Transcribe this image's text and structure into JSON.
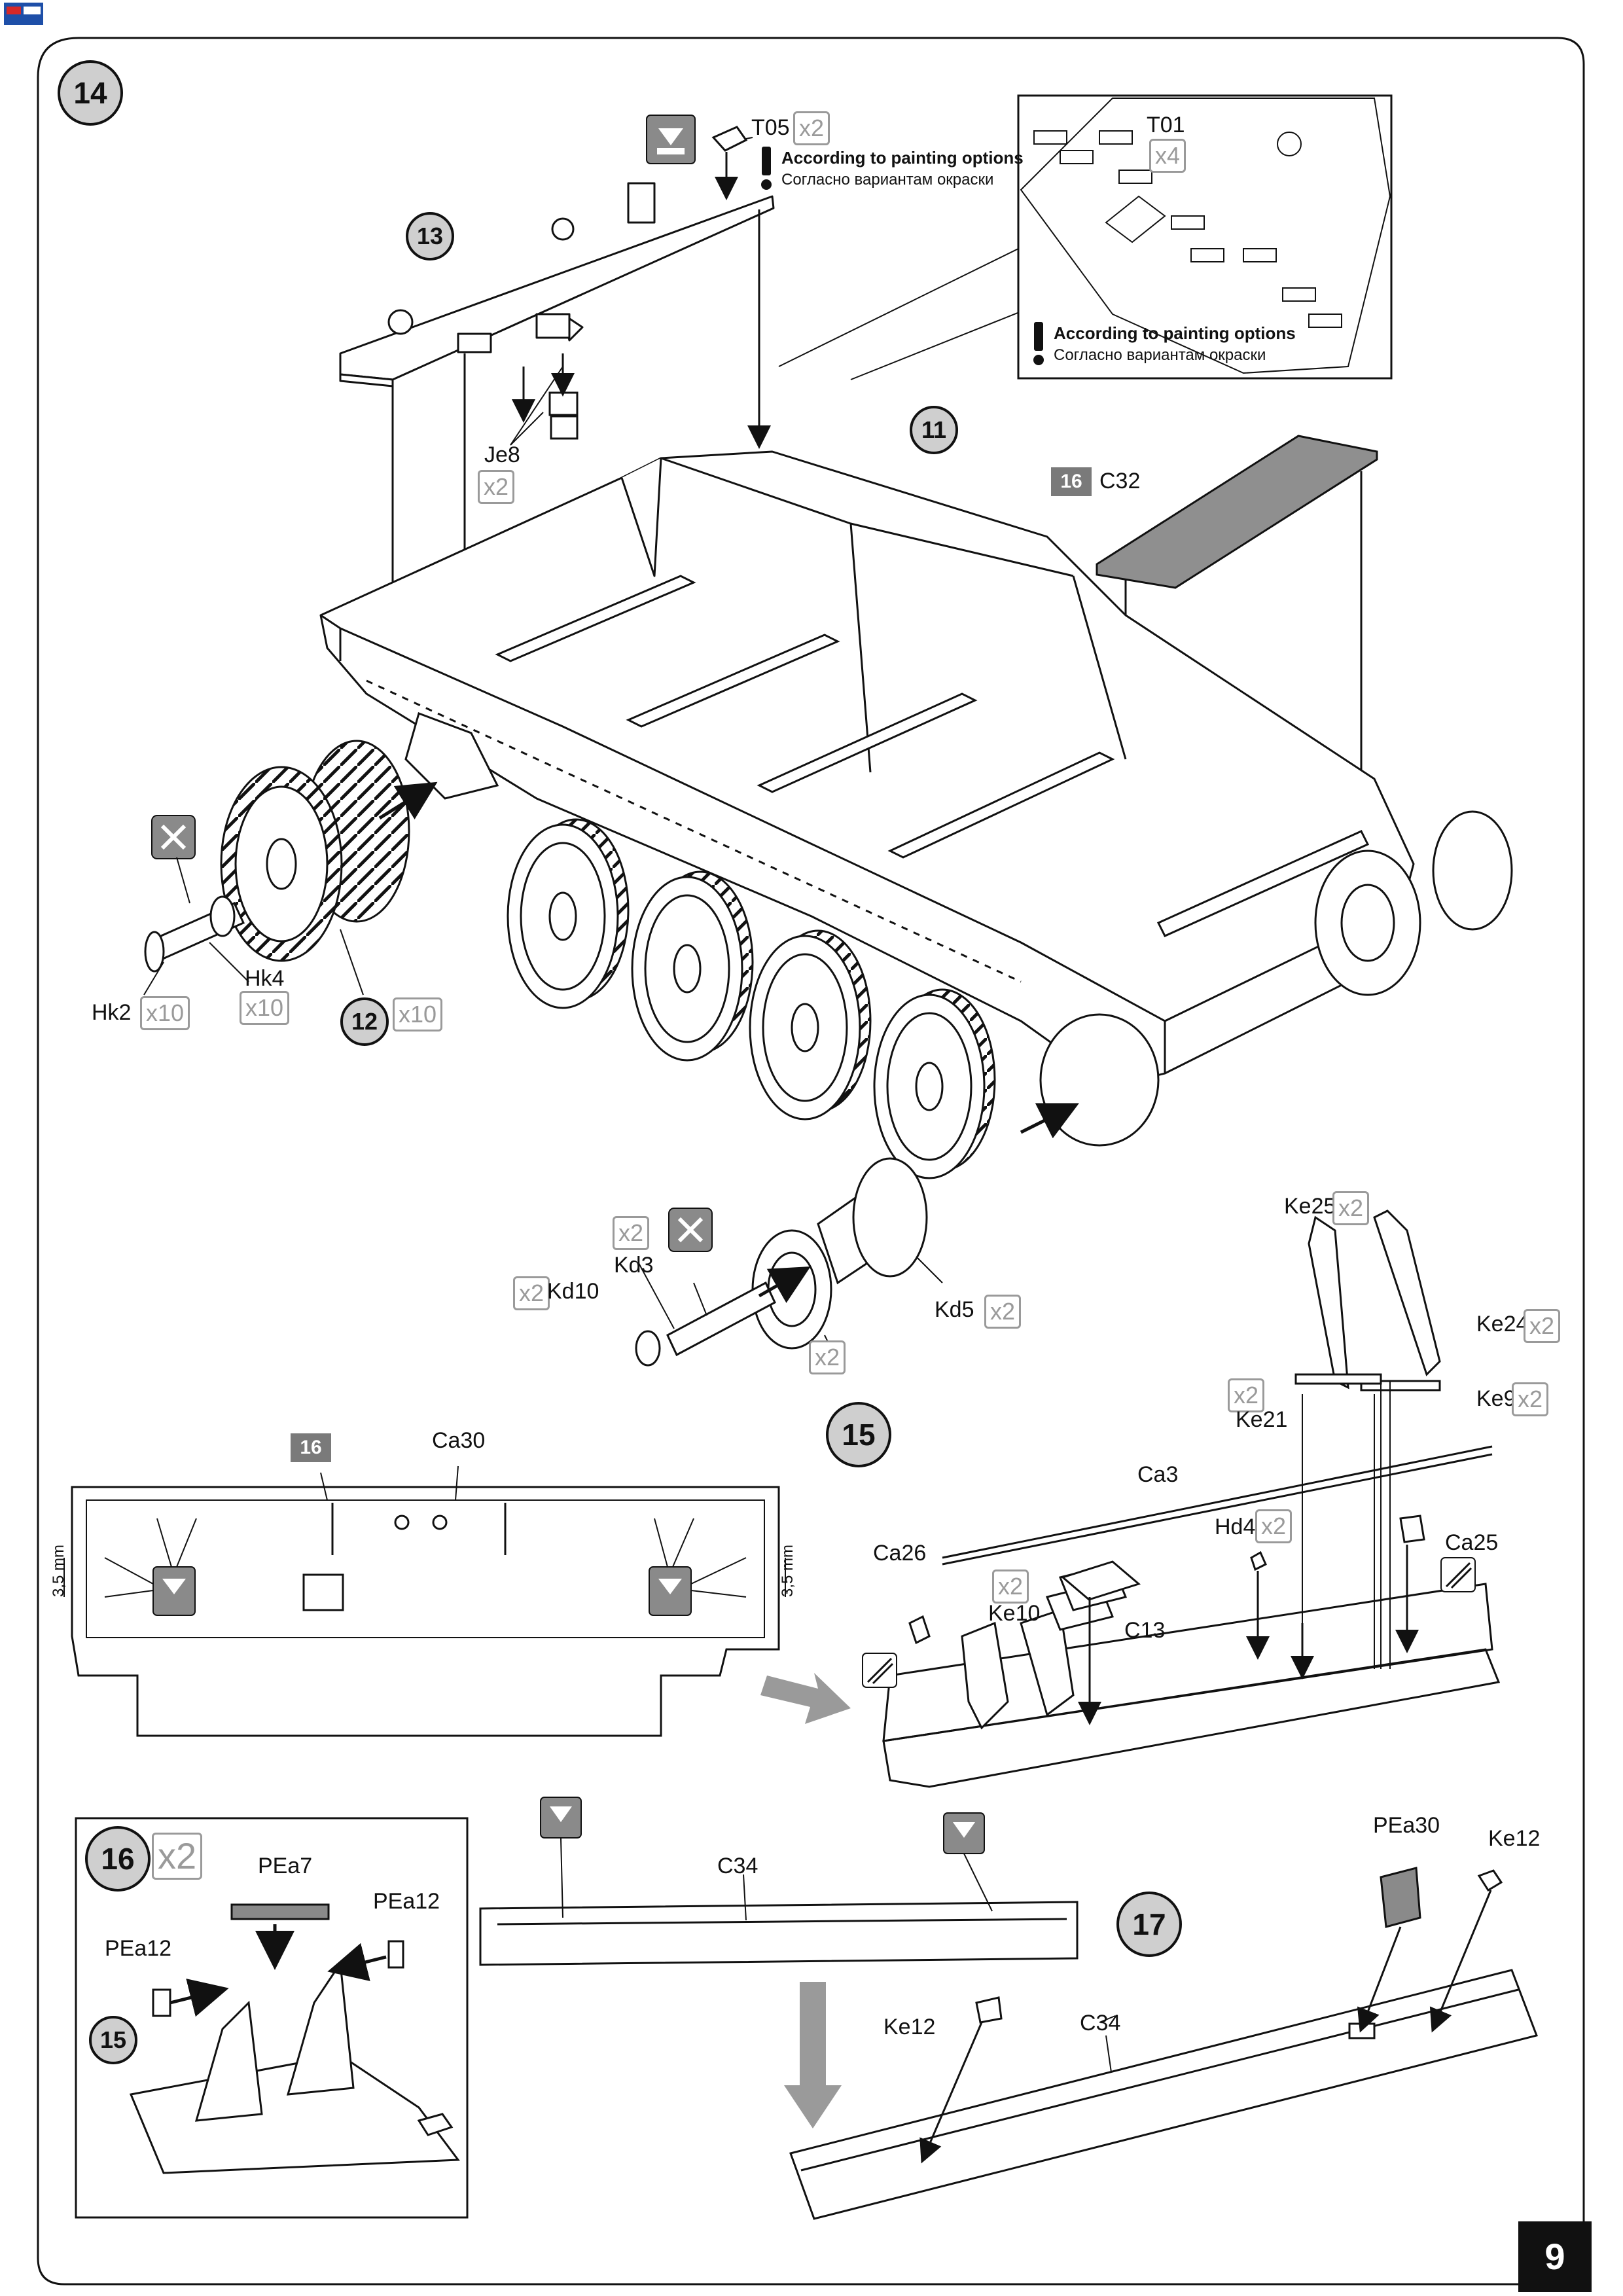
{
  "page_number": "9",
  "step14": {
    "number": "14",
    "sub_steps": {
      "s13": "13",
      "s11": "11",
      "s12": "12"
    },
    "note_top": {
      "en": "According to painting options",
      "ru": "Согласно вариантам окраски"
    },
    "note_inset": {
      "en": "According to painting options",
      "ru": "Согласно вариантам окраски"
    },
    "parts": {
      "t05": "T05",
      "t05_qty": "x2",
      "t01": "T01",
      "t01_qty": "x4",
      "je8": "Je8",
      "je8_qty": "x2",
      "c32": "C32",
      "c32_tag": "16",
      "hk2": "Hk2",
      "hk2_qty": "x10",
      "hk4": "Hk4",
      "hk4_qty": "x10",
      "s12_qty": "x10",
      "kd10": "Kd10",
      "kd10_qty": "x2",
      "kd3": "Kd3",
      "kd3_qty": "x2",
      "kd5": "Kd5",
      "kd5_qty": "x2",
      "sprocket_qty": "x2"
    }
  },
  "step15": {
    "number": "15",
    "plate_tag": "16",
    "ca30": "Ca30",
    "mm_left": "3,5 mm",
    "mm_right": "3,5 mm",
    "parts": {
      "ke25": "Ke25",
      "ke25_qty": "x2",
      "ke24": "Ke24",
      "ke24_qty": "x2",
      "ke21": "Ke21",
      "ke21_qty": "x2",
      "ke9": "Ke9",
      "ke9_qty": "x2",
      "ca3": "Ca3",
      "hd4": "Hd4",
      "hd4_qty": "x2",
      "ca26": "Ca26",
      "ca25": "Ca25",
      "ke10": "Ke10",
      "ke10_qty": "x2",
      "c13": "C13"
    }
  },
  "step16": {
    "number": "16",
    "qty": "x2",
    "ref_step": "15",
    "parts": {
      "pea7": "PEa7",
      "pea12_a": "PEa12",
      "pea12_b": "PEa12"
    }
  },
  "step17": {
    "number": "17",
    "parts": {
      "c34_top": "C34",
      "c34_bottom": "C34",
      "pea30": "PEa30",
      "ke12_a": "Ke12",
      "ke12_b": "Ke12"
    }
  },
  "colors": {
    "line": "#111111",
    "grey": "#9a9a9a",
    "badge": "#cfcfcf",
    "tag": "#7a7a7a"
  }
}
